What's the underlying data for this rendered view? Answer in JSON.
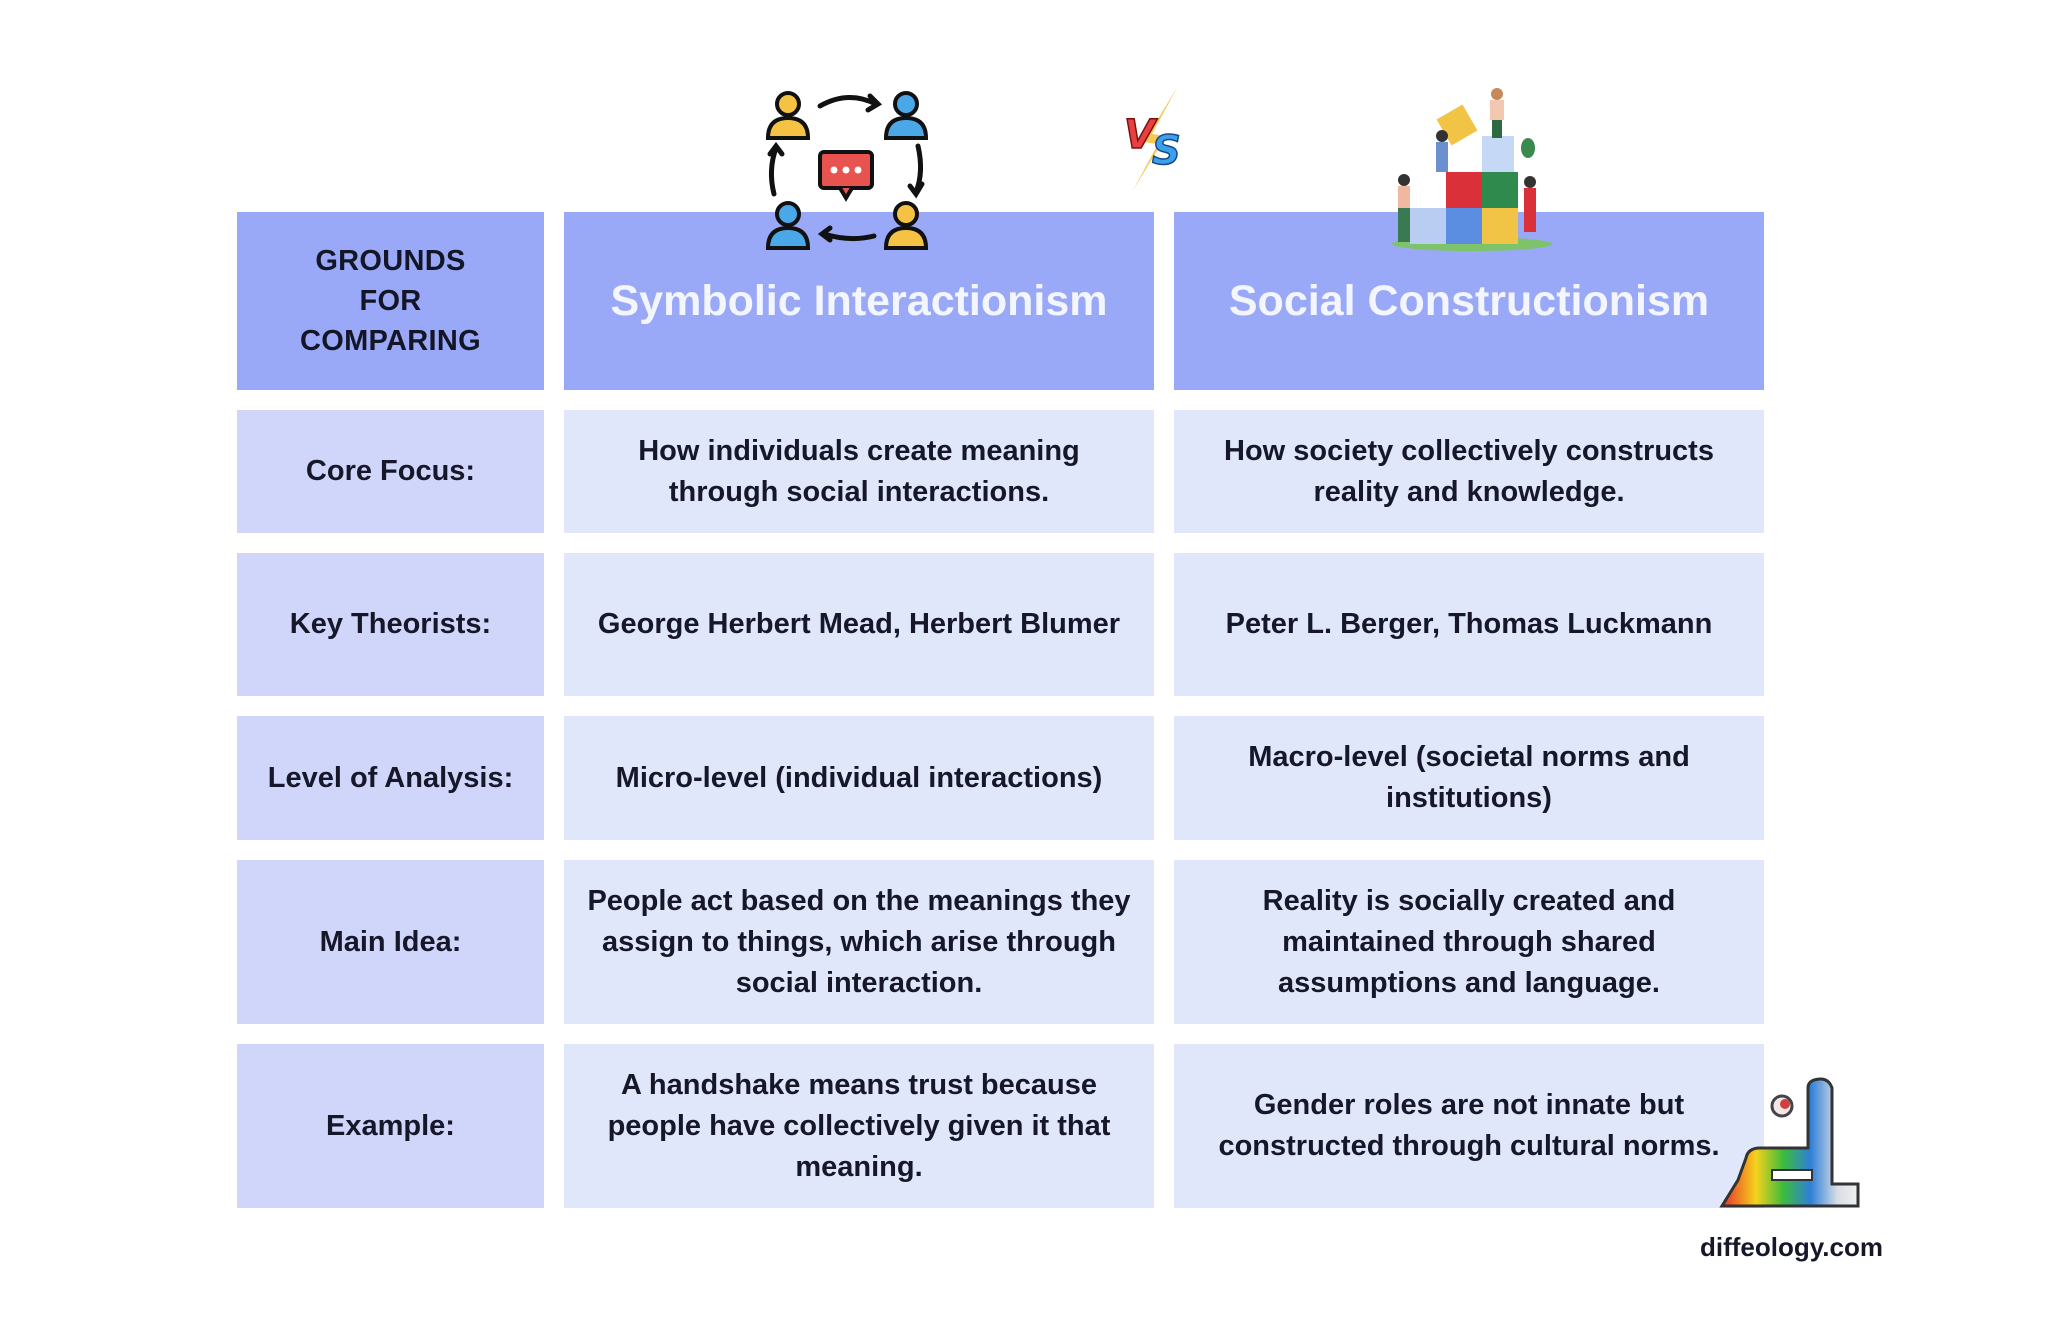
{
  "header": {
    "grounds_label": "GROUNDS FOR COMPARING",
    "col1_title": "Symbolic Interactionism",
    "col2_title": "Social Constructionism",
    "vs_label": "VS"
  },
  "icons": {
    "col1": "people-interaction-cycle-icon",
    "col2": "puzzle-team-building-icon",
    "vs": "versus-lightning-icon",
    "logo": "diffeology-rainbow-logo-icon"
  },
  "rows": [
    {
      "label": "Core Focus:",
      "col1": "How individuals create meaning through social interactions.",
      "col2": "How society collectively constructs reality and knowledge."
    },
    {
      "label": "Key Theorists:",
      "col1": "George Herbert Mead, Herbert Blumer",
      "col2": "Peter L. Berger, Thomas Luckmann"
    },
    {
      "label": "Level of Analysis:",
      "col1": "Micro-level (individual interactions)",
      "col2": "Macro-level (societal norms and institutions)"
    },
    {
      "label": "Main Idea:",
      "col1": "People act based on the meanings they assign to things, which arise through social interaction.",
      "col2": "Reality is socially created and maintained through shared assumptions and language."
    },
    {
      "label": "Example:",
      "col1": "A handshake means trust because people have collectively given it that meaning.",
      "col2": "Gender roles are not innate but constructed through cultural norms."
    }
  ],
  "footer": {
    "site": "diffeology.com"
  },
  "colors": {
    "header_bg": "#99a9f7",
    "label_bg": "#d0d5fa",
    "value_bg": "#e1e7fa",
    "title_text": "#f4f6ff",
    "body_text": "#16182a"
  }
}
